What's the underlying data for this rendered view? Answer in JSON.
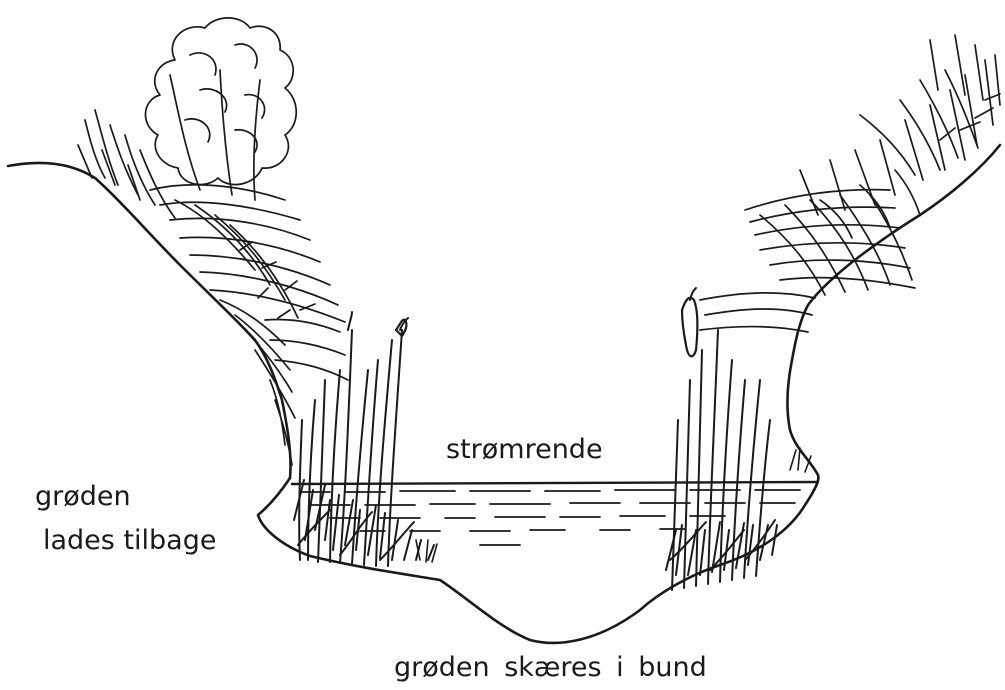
{
  "labels": {
    "channel": "strømrende",
    "left_line1": "grøden",
    "left_line2": "lades tilbage",
    "bottom": "grøden  skæres i bund"
  },
  "colors": {
    "ink": "#1a1a1a",
    "background": "#ffffff"
  }
}
